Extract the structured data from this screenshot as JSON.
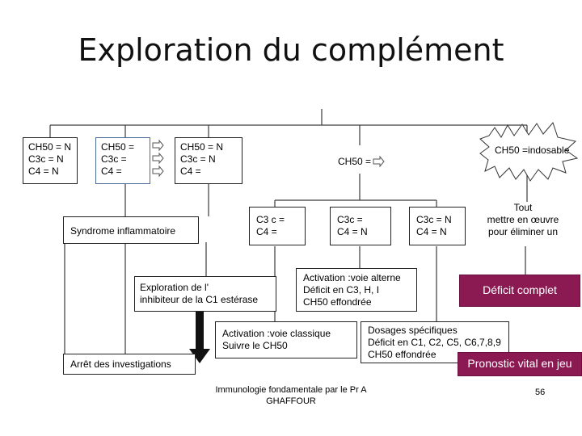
{
  "title": "Exploration du complément",
  "nodes": {
    "n1": [
      "CH50 = N",
      "C3c = N",
      "C4 = N"
    ],
    "n2": [
      "CH50 =",
      "C3c =",
      "C4 ="
    ],
    "n3": [
      "CH50 = N",
      "C3c = N",
      "C4 ="
    ],
    "n4": [
      "CH50 ="
    ],
    "n5": [
      "CH50 =indosable"
    ],
    "syndrome": "Syndrome inflammatoire",
    "c3c_c4_dec": [
      "C3 c =",
      "C4 ="
    ],
    "c3c_c4n": [
      "C3c =",
      "C4 = N"
    ],
    "c3n_c4": [
      "C3c = N",
      "C4 = N"
    ],
    "tout": [
      "Tout",
      "mettre en œuvre",
      "pour éliminer un"
    ],
    "explor_inhib": [
      "Exploration de l'",
      "inhibiteur de la C1 estérase"
    ],
    "voie_alterne": [
      "Activation :voie alterne",
      "Déficit en C3, H, I",
      "CH50 effondrée"
    ],
    "deficit_complet": "Déficit complet",
    "voie_classique": [
      "Activation :voie classique",
      "Suivre le CH50"
    ],
    "dosages": [
      "Dosages spécifiques",
      "Déficit en C1, C2, C5, C6,7,8,9",
      "CH50 effondrée"
    ],
    "arret": "Arrêt des investigations",
    "pronostic": "Pronostic vital en jeu"
  },
  "footer": [
    "Immunologie fondamentale par le Pr A",
    "GHAFFOUR"
  ],
  "page_number": "56",
  "colors": {
    "accent": "#8b1a53",
    "line": "#3a3a3a",
    "arrow_outline": "#555555"
  }
}
